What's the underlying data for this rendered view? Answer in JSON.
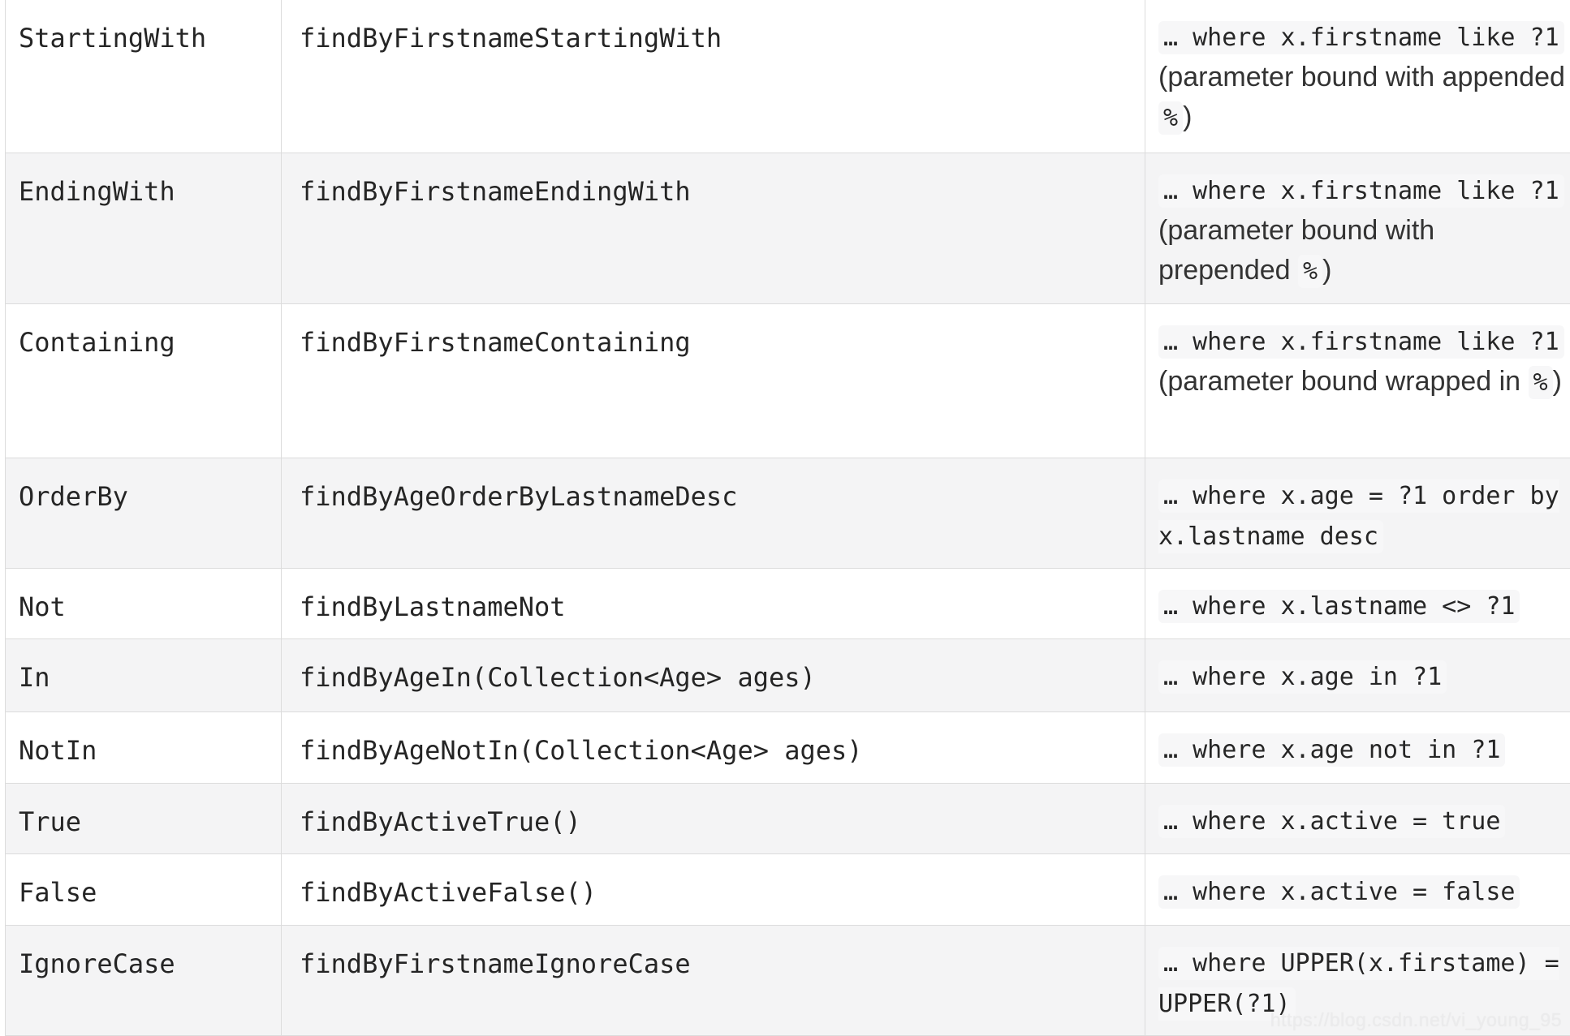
{
  "table": {
    "columns": [
      "keyword",
      "method_sample",
      "jpql_snippet"
    ],
    "rows": [
      {
        "keyword": "StartingWith",
        "method": "findByFirstnameStartingWith",
        "jpql": [
          {
            "type": "code",
            "text": "… where x.firstname like ?1"
          },
          {
            "type": "text",
            "text": " (parameter bound with appended "
          },
          {
            "type": "code",
            "text": "%"
          },
          {
            "type": "text",
            "text": ")"
          }
        ]
      },
      {
        "keyword": "EndingWith",
        "method": "findByFirstnameEndingWith",
        "jpql": [
          {
            "type": "code",
            "text": "… where x.firstname like ?1"
          },
          {
            "type": "text",
            "text": " (parameter bound with prepended "
          },
          {
            "type": "code",
            "text": "%"
          },
          {
            "type": "text",
            "text": ")"
          }
        ]
      },
      {
        "keyword": "Containing",
        "method": "findByFirstnameContaining",
        "jpql": [
          {
            "type": "code",
            "text": "… where x.firstname like ?1"
          },
          {
            "type": "text",
            "text": " (parameter bound wrapped in "
          },
          {
            "type": "code",
            "text": "%"
          },
          {
            "type": "text",
            "text": ")"
          }
        ]
      },
      {
        "keyword": "OrderBy",
        "method": "findByAgeOrderByLastnameDesc",
        "jpql": [
          {
            "type": "code",
            "text": "… where x.age = ?1 order by x.lastname desc"
          }
        ]
      },
      {
        "keyword": "Not",
        "method": "findByLastnameNot",
        "jpql": [
          {
            "type": "code",
            "text": "… where x.lastname <> ?1"
          }
        ]
      },
      {
        "keyword": "In",
        "method": "findByAgeIn(Collection<Age> ages)",
        "jpql": [
          {
            "type": "code",
            "text": "… where x.age in ?1"
          }
        ]
      },
      {
        "keyword": "NotIn",
        "method": "findByAgeNotIn(Collection<Age> ages)",
        "jpql": [
          {
            "type": "code",
            "text": "… where x.age not in ?1"
          }
        ]
      },
      {
        "keyword": "True",
        "method": "findByActiveTrue()",
        "jpql": [
          {
            "type": "code",
            "text": "… where x.active = true"
          }
        ]
      },
      {
        "keyword": "False",
        "method": "findByActiveFalse()",
        "jpql": [
          {
            "type": "code",
            "text": "… where x.active = false"
          }
        ]
      },
      {
        "keyword": "IgnoreCase",
        "method": "findByFirstnameIgnoreCase",
        "jpql": [
          {
            "type": "code",
            "text": "… where UPPER(x.firstame) = UPPER(?1)"
          }
        ]
      }
    ]
  },
  "watermark": "https://blog.csdn.net/vi_young_95",
  "colors": {
    "row_stripe": "#f4f4f5",
    "code_chip_bg": "#f7f7f8",
    "border": "#dcdcdc",
    "text": "#2b2b2b",
    "watermark": "#ebebec"
  }
}
